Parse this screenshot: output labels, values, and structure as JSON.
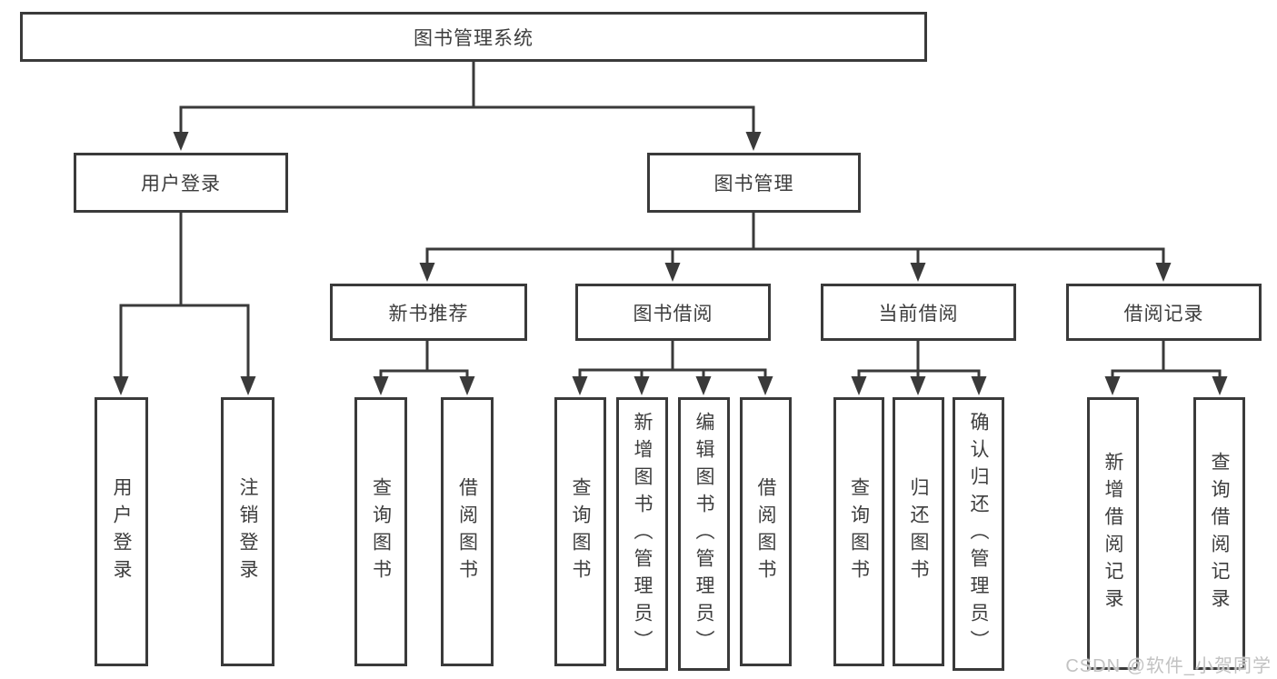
{
  "diagram": {
    "title_node": {
      "id": "library-system",
      "label": "图书管理系统"
    },
    "level2": [
      {
        "id": "user-login",
        "label": "用户登录",
        "parent": "library-system"
      },
      {
        "id": "book-management",
        "label": "图书管理",
        "parent": "library-system"
      }
    ],
    "level3": [
      {
        "id": "new-book-recommend",
        "label": "新书推荐",
        "parent": "book-management"
      },
      {
        "id": "book-borrow",
        "label": "图书借阅",
        "parent": "book-management"
      },
      {
        "id": "current-borrow",
        "label": "当前借阅",
        "parent": "book-management"
      },
      {
        "id": "borrow-records",
        "label": "借阅记录",
        "parent": "book-management"
      }
    ],
    "leaves": [
      {
        "id": "user-login-action",
        "label": "用户登录",
        "parent": "user-login"
      },
      {
        "id": "logout-action",
        "label": "注销登录",
        "parent": "user-login"
      },
      {
        "id": "query-books-recommend",
        "label": "查询图书",
        "parent": "new-book-recommend"
      },
      {
        "id": "borrow-books-recommend",
        "label": "借阅图书",
        "parent": "new-book-recommend"
      },
      {
        "id": "query-books-borrow",
        "label": "查询图书",
        "parent": "book-borrow"
      },
      {
        "id": "add-books-admin",
        "label": "新增图书（管理员）",
        "parent": "book-borrow"
      },
      {
        "id": "edit-books-admin",
        "label": "编辑图书（管理员）",
        "parent": "book-borrow"
      },
      {
        "id": "borrow-books",
        "label": "借阅图书",
        "parent": "book-borrow"
      },
      {
        "id": "query-books-current",
        "label": "查询图书",
        "parent": "current-borrow"
      },
      {
        "id": "return-books",
        "label": "归还图书",
        "parent": "current-borrow"
      },
      {
        "id": "confirm-return-admin",
        "label": "确认归还（管理员）",
        "parent": "current-borrow"
      },
      {
        "id": "add-borrow-record",
        "label": "新增借阅记录",
        "parent": "borrow-records"
      },
      {
        "id": "query-borrow-record",
        "label": "查询借阅记录",
        "parent": "borrow-records"
      }
    ]
  },
  "watermark": {
    "text": "CSDN @软件_小贺同学"
  },
  "colors": {
    "line": "#3a3a3a",
    "text": "#3d3d3d",
    "background": "#ffffff",
    "watermark": "#c2c2c2"
  }
}
